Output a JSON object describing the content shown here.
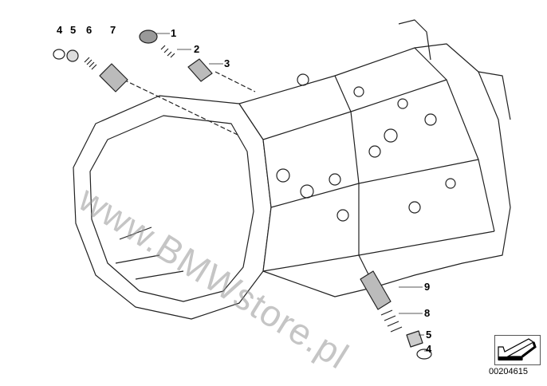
{
  "diagram": {
    "watermark": "www.BMWstore.pl",
    "diagram_id": "00204615",
    "callouts": [
      "1",
      "2",
      "3",
      "4",
      "5",
      "6",
      "7",
      "8",
      "9",
      "5",
      "4"
    ],
    "nav_icon": "arrow-back-icon"
  }
}
